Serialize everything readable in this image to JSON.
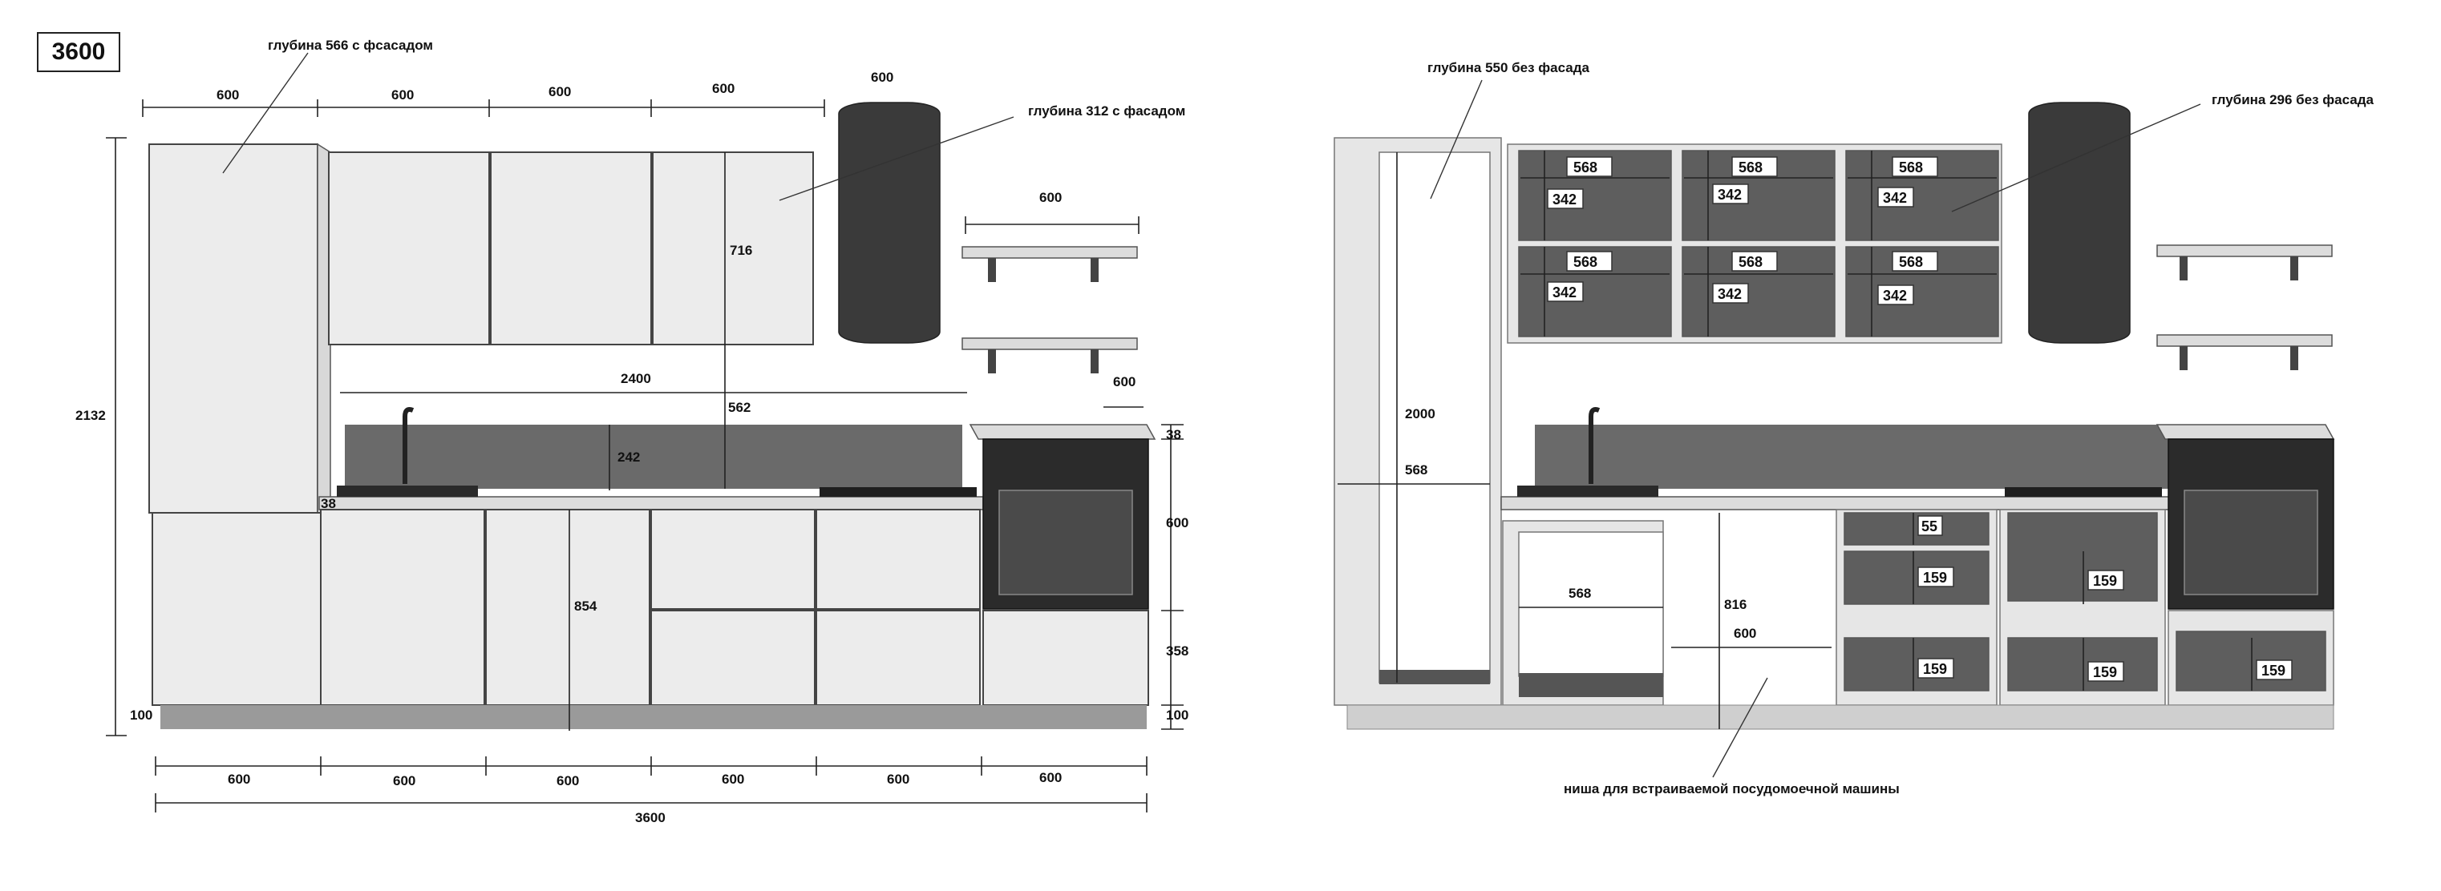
{
  "title": "3600",
  "left": {
    "depth_tall_note": "глубина 566 с фсасадом",
    "depth_wall_note": "глубина 312 с фасадом",
    "top_widths": [
      "600",
      "600",
      "600",
      "600"
    ],
    "hood_width": "600",
    "shelf_width": "600",
    "height_total": "2132",
    "wall_height": "716",
    "wall_span": "2400",
    "gap_to_worktop": "562",
    "backsplash": "242",
    "worktop_thick": "38",
    "base_height": "854",
    "plinth": "100",
    "oven_col_width": "600",
    "right_38": "38",
    "right_600": "600",
    "right_358": "358",
    "right_100": "100",
    "bottom_widths": [
      "600",
      "600",
      "600",
      "600",
      "600",
      "600"
    ],
    "total_width": "3600"
  },
  "right": {
    "depth_tall_note": "глубина 550 без фасада",
    "depth_wall_note": "глубина 296 без фасада",
    "wall_inner_width": "568",
    "wall_inner_height": "342",
    "tall_height": "2000",
    "tall_width": "568",
    "sink_width": "568",
    "niche_height": "816",
    "niche_width": "600",
    "drawer_top": "55",
    "drawer_h": "159",
    "niche_note": "ниша для встраиваемой посудомоечной машины"
  }
}
